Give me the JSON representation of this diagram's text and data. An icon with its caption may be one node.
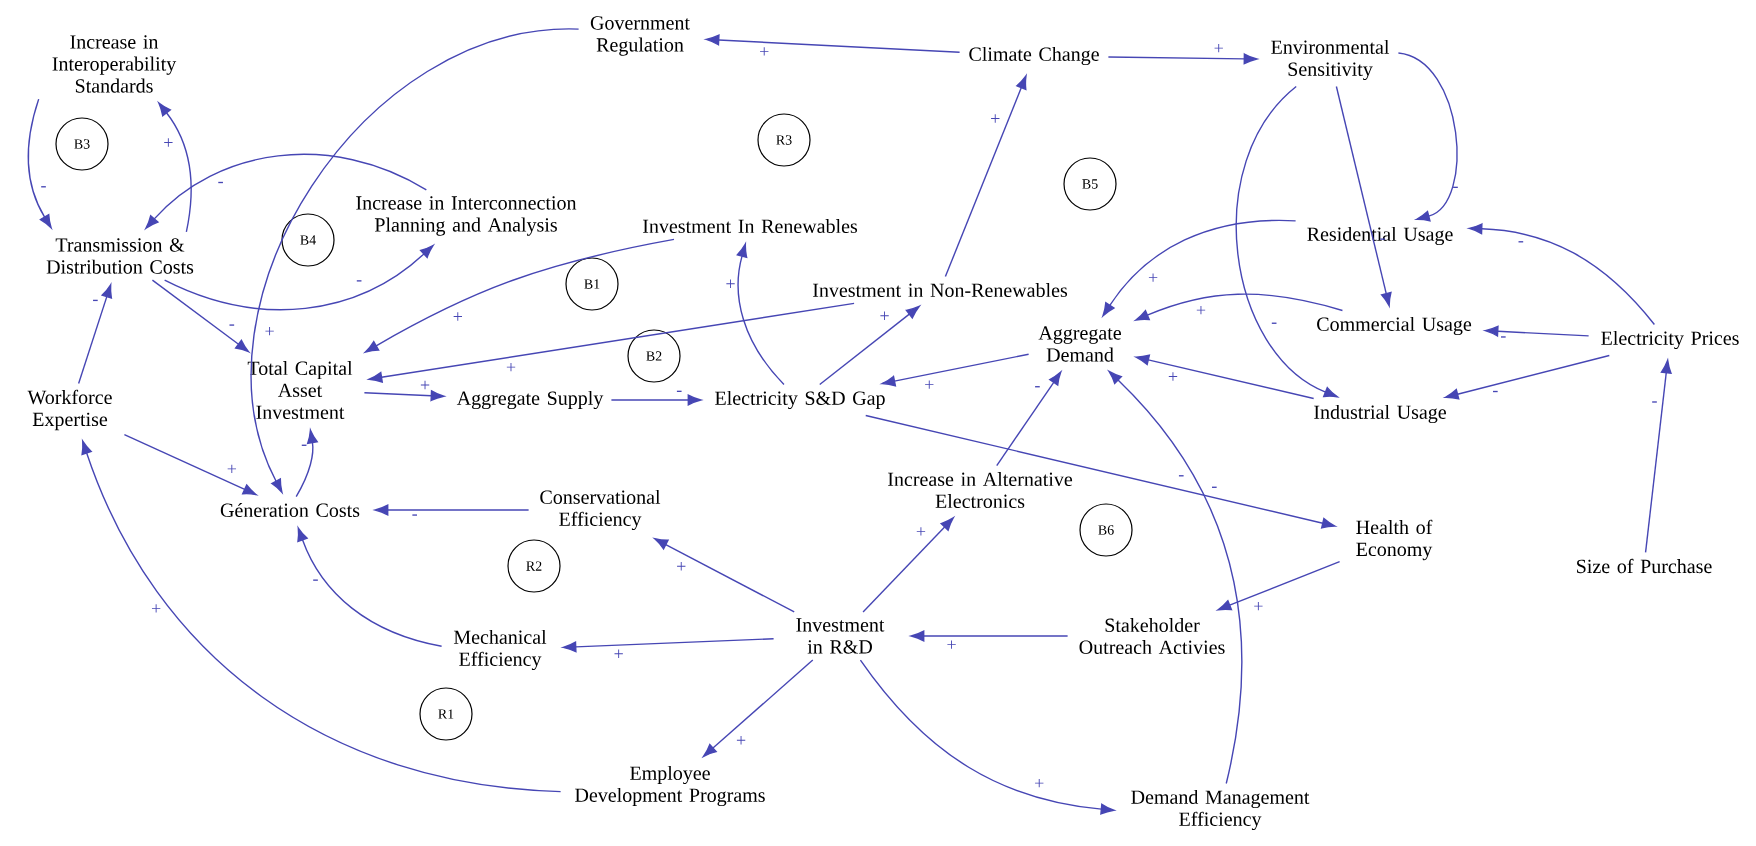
{
  "diagram": {
    "nodes": [
      {
        "text": [
          "Increase in Interoperability Standards"
        ]
      },
      {
        "text": [
          "Government Regulation"
        ]
      },
      {
        "text": [
          "Climate Change"
        ]
      },
      {
        "text": [
          "Environmental Sensitivity"
        ]
      },
      {
        "text": [
          "Transmission & Distribution Costs"
        ]
      },
      {
        "text": [
          "Increase in Interconnection Planning and Analysis"
        ]
      },
      {
        "text": [
          "Investment In Renewables"
        ]
      },
      {
        "text": [
          "Investment in Non-Renewables"
        ]
      },
      {
        "text": [
          "Residential Usage"
        ]
      },
      {
        "text": [
          "Aggregate Demand"
        ]
      },
      {
        "text": [
          "Commercial Usage"
        ]
      },
      {
        "text": [
          "Electricity Prices"
        ]
      },
      {
        "text": [
          "Workforce Expertise"
        ]
      },
      {
        "text": [
          "Total Capital Asset Investment"
        ]
      },
      {
        "text": [
          "Aggregate Supply"
        ]
      },
      {
        "text": [
          "Electricity S&D Gap"
        ]
      },
      {
        "text": [
          "Industrial Usage"
        ]
      },
      {
        "text": [
          "Géneration Costs"
        ]
      },
      {
        "text": [
          "Conservational Efficiency"
        ]
      },
      {
        "text": [
          "Increase in Alternative Electronics"
        ]
      },
      {
        "text": [
          "Health of Economy"
        ]
      },
      {
        "text": [
          "Size of Purchase"
        ]
      },
      {
        "text": [
          "Mechanical Efficiency"
        ]
      },
      {
        "text": [
          "Investment in R&D"
        ]
      },
      {
        "text": [
          "Stakeholder Outreach Activies"
        ]
      },
      {
        "text": [
          "Employee Development Programs"
        ]
      },
      {
        "text": [
          "Demand Management Efficiency"
        ]
      },
      {
        "text": [
          "B3"
        ]
      },
      {
        "text": [
          "R3"
        ]
      },
      {
        "text": [
          "B5"
        ]
      },
      {
        "text": [
          "B4"
        ]
      },
      {
        "text": [
          "B1"
        ]
      },
      {
        "text": [
          "B2"
        ]
      },
      {
        "text": [
          "B6"
        ]
      },
      {
        "text": [
          "R2"
        ]
      },
      {
        "text": [
          "R1"
        ]
      }
    ],
    "edges": [
      {
        "from": 2,
        "to": 1,
        "arrow": "to",
        "label": "+"
      },
      {
        "from": 1,
        "to": 17,
        "arrow": "to",
        "label": "+"
      },
      {
        "from": 2,
        "to": 3,
        "arrow": "to",
        "label": "+"
      },
      {
        "from": 3,
        "to": 8,
        "arrow": "to",
        "label": "-"
      },
      {
        "from": 3,
        "to": 10,
        "arrow": "to",
        "label": "-"
      },
      {
        "from": 3,
        "to": 16,
        "arrow": "to",
        "label": "-"
      },
      {
        "from": 8,
        "to": 9,
        "arrow": "to",
        "label": "+"
      },
      {
        "from": 10,
        "to": 9,
        "arrow": "to",
        "label": "+"
      },
      {
        "from": 16,
        "to": 9,
        "arrow": "to",
        "label": "+"
      },
      {
        "from": 11,
        "to": 8,
        "arrow": "to",
        "label": "-"
      },
      {
        "from": 11,
        "to": 10,
        "arrow": "to",
        "label": "-"
      },
      {
        "from": 11,
        "to": 16,
        "arrow": "to",
        "label": "-"
      },
      {
        "from": 21,
        "to": 11,
        "arrow": "to",
        "label": "-"
      },
      {
        "from": 9,
        "to": 15,
        "arrow": "to",
        "label": "+"
      },
      {
        "from": 14,
        "to": 15,
        "arrow": "to",
        "label": "-"
      },
      {
        "from": 13,
        "to": 14,
        "arrow": "to",
        "label": "+"
      },
      {
        "from": 15,
        "to": 6,
        "arrow": "to",
        "label": "+"
      },
      {
        "from": 15,
        "to": 7,
        "arrow": "to",
        "label": "+"
      },
      {
        "from": 7,
        "to": 2,
        "arrow": "to",
        "label": "+"
      },
      {
        "from": 6,
        "to": 13,
        "arrow": "to",
        "label": "+"
      },
      {
        "from": 7,
        "to": 13,
        "arrow": "to",
        "label": "+"
      },
      {
        "from": 15,
        "to": 20,
        "arrow": "to",
        "label": "-"
      },
      {
        "from": 20,
        "to": 24,
        "arrow": "to",
        "label": "+"
      },
      {
        "from": 24,
        "to": 23,
        "arrow": "to",
        "label": "+"
      },
      {
        "from": 23,
        "to": 19,
        "arrow": "to",
        "label": "+"
      },
      {
        "from": 19,
        "to": 9,
        "arrow": "to",
        "label": "-"
      },
      {
        "from": 26,
        "to": 9,
        "arrow": "to",
        "label": "-"
      },
      {
        "from": 23,
        "to": 26,
        "arrow": "to",
        "label": "+"
      },
      {
        "from": 23,
        "to": 18,
        "arrow": "to",
        "label": "+"
      },
      {
        "from": 23,
        "to": 22,
        "arrow": "to",
        "label": "+"
      },
      {
        "from": 23,
        "to": 25,
        "arrow": "to",
        "label": "+"
      },
      {
        "from": 18,
        "to": 17,
        "arrow": "to",
        "label": "-"
      },
      {
        "from": 22,
        "to": 17,
        "arrow": "to",
        "label": "-"
      },
      {
        "from": 25,
        "to": 12,
        "arrow": "to",
        "label": "+"
      },
      {
        "from": 12,
        "to": 17,
        "arrow": "to",
        "label": "+"
      },
      {
        "from": 12,
        "to": 4,
        "arrow": "to",
        "label": "-"
      },
      {
        "from": 17,
        "to": 13,
        "arrow": "to",
        "label": "-"
      },
      {
        "from": 4,
        "to": 13,
        "arrow": "to",
        "label": "-"
      },
      {
        "from": 4,
        "to": 5,
        "arrow": "to",
        "label": "-"
      },
      {
        "from": 5,
        "to": 4,
        "arrow": "to",
        "label": "-"
      },
      {
        "from": 4,
        "to": 0,
        "arrow": "to",
        "label": "+"
      },
      {
        "from": 0,
        "to": 4,
        "arrow": "to",
        "label": "-"
      }
    ]
  }
}
